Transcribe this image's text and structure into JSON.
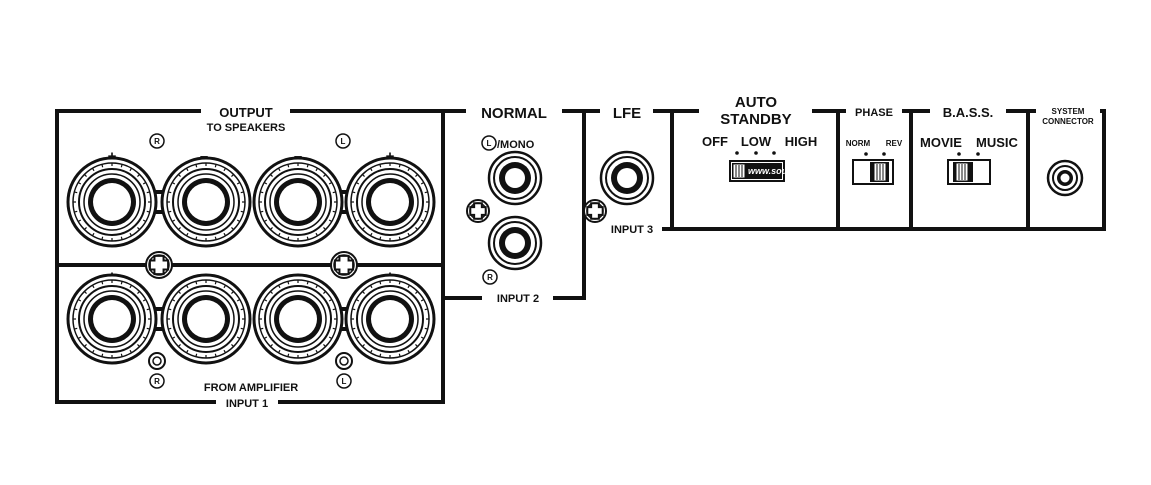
{
  "output_section": {
    "title": "OUTPUT",
    "subtitle": "TO SPEAKERS",
    "terminals": [
      {
        "sign": "+",
        "channel": "R"
      },
      {
        "sign": "–",
        "channel": ""
      },
      {
        "sign": "–",
        "channel": "L"
      },
      {
        "sign": "+",
        "channel": ""
      }
    ]
  },
  "input1_section": {
    "title": "FROM AMPLIFIER",
    "label": "INPUT 1",
    "terminals": [
      {
        "sign": "+"
      },
      {
        "sign": "–"
      },
      {
        "sign": "–"
      },
      {
        "sign": "+"
      }
    ],
    "channels": [
      "R",
      "L"
    ]
  },
  "normal_section": {
    "title": "NORMAL",
    "jack_top_channel": "L",
    "jack_top_suffix": "/MONO",
    "jack_bottom_channel": "R",
    "label": "INPUT 2"
  },
  "lfe_section": {
    "title": "LFE",
    "label": "INPUT 3"
  },
  "auto_standby": {
    "title_line1": "AUTO",
    "title_line2": "STANDBY",
    "options": [
      "OFF",
      "LOW",
      "HIGH"
    ],
    "watermark": "www.soundshop.ee"
  },
  "phase": {
    "title": "PHASE",
    "options": [
      "NORM",
      "REV"
    ]
  },
  "bass": {
    "title": "B.A.S.S.",
    "options": [
      "MOVIE",
      "MUSIC"
    ]
  },
  "system_connector": {
    "title_line1": "SYSTEM",
    "title_line2": "CONNECTOR"
  },
  "colors": {
    "line": "#111111",
    "background": "#ffffff"
  }
}
